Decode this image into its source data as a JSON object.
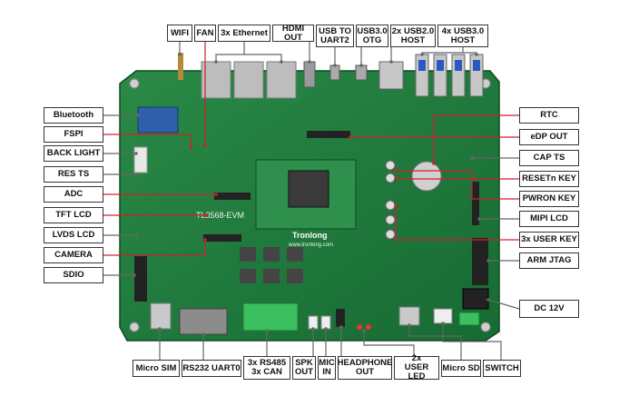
{
  "board": {
    "silkscreen_name": "TL3568-EVM",
    "silkscreen_brand": "Tronlong",
    "silkscreen_url": "www.tronlong.com"
  },
  "labels": {
    "wifi": "WIFI",
    "fan": "FAN",
    "ethernet": "3x Ethernet",
    "hdmi_out": "HDMI OUT",
    "usb_uart2": "USB TO\nUART2",
    "usb30_otg": "USB3.0\nOTG",
    "usb20_host": "2x USB2.0\nHOST",
    "usb30_host": "4x USB3.0\nHOST",
    "bluetooth": "Bluetooth",
    "fspi": "FSPI",
    "back_light": "BACK LIGHT",
    "res_ts": "RES TS",
    "adc": "ADC",
    "tft_lcd": "TFT LCD",
    "lvds_lcd": "LVDS LCD",
    "camera": "CAMERA",
    "sdio": "SDIO",
    "rtc": "RTC",
    "edp_out": "eDP OUT",
    "cap_ts": "CAP TS",
    "resetn_key": "RESETn KEY",
    "pwron_key": "PWRON KEY",
    "mipi_lcd": "MIPI LCD",
    "user_key": "3x USER KEY",
    "arm_jtag": "ARM JTAG",
    "dc_12v": "DC 12V",
    "micro_sim": "Micro SIM",
    "rs232_uart0": "RS232 UART0",
    "rs485_can": "3x RS485\n3x CAN",
    "spk_out": "SPK\nOUT",
    "mic_in": "MIC\nIN",
    "headphone_out": "HEADPHONE\nOUT",
    "user_led": "2x\nUSER LED",
    "micro_sd": "Micro SD",
    "switch": "SWITCH"
  },
  "colors": {
    "pcb": "#1f7a3a",
    "pcb_dark": "#145c2a",
    "leader_red": "#d0202a",
    "leader_gray": "#666666",
    "label_border": "#333333"
  }
}
